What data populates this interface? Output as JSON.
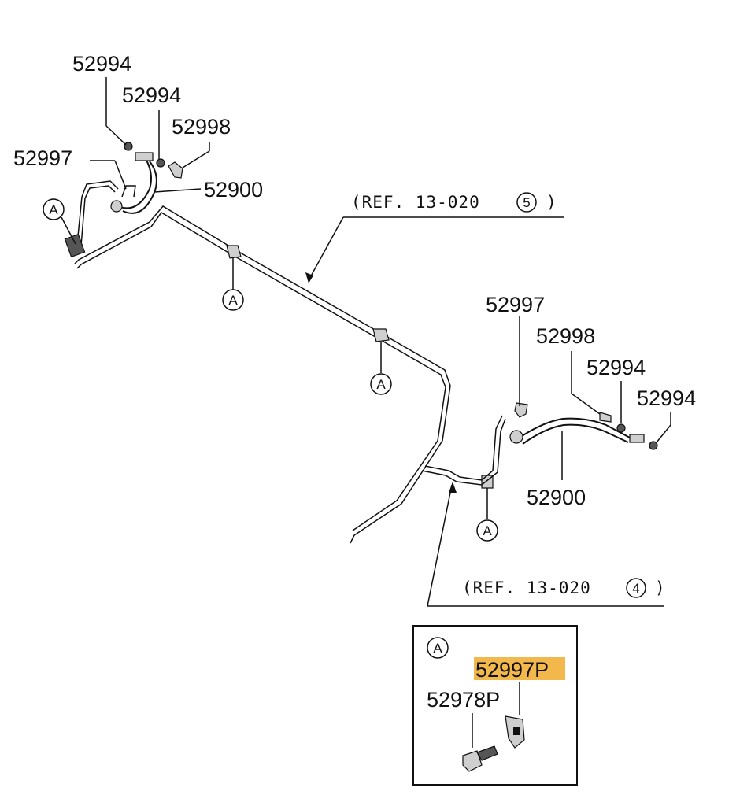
{
  "labels": {
    "tl_52994_a": "52994",
    "tl_52994_b": "52994",
    "tl_52998": "52998",
    "tl_52997": "52997",
    "tl_52900": "52900",
    "mr_52997": "52997",
    "mr_52998": "52998",
    "mr_52994_a": "52994",
    "mr_52994_b": "52994",
    "mr_52900": "52900",
    "inset_52997P": "52997P",
    "inset_52978P": "52978P"
  },
  "refs": {
    "ref_top": {
      "text": "(REF. 13-020",
      "num": "5",
      "close": ")"
    },
    "ref_bottom": {
      "text": "(REF. 13-020",
      "num": "4",
      "close": ")"
    }
  },
  "callout_letter": "A",
  "colors": {
    "highlight": "#f2b84b",
    "ink": "#111111"
  }
}
